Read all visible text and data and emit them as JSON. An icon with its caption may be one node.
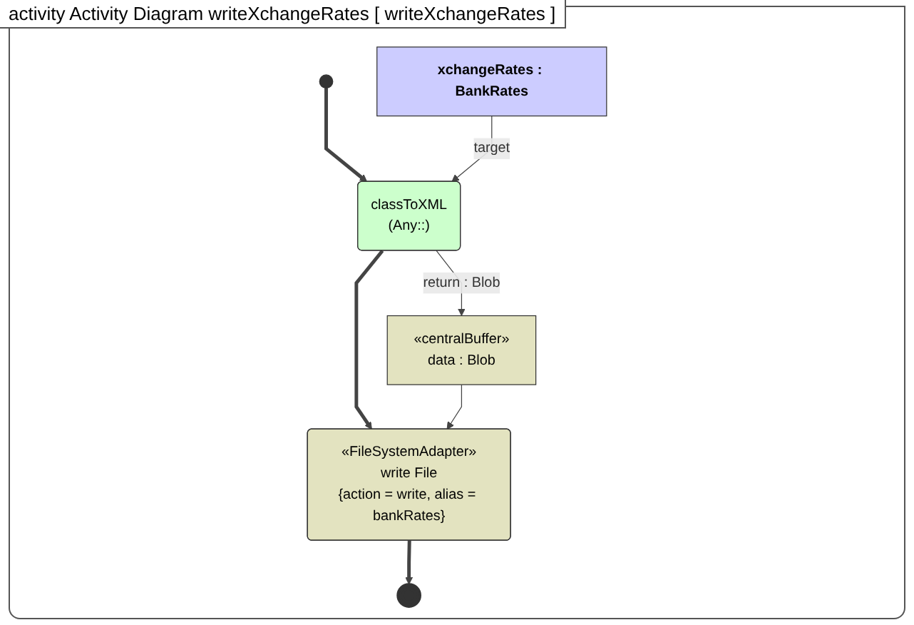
{
  "diagram": {
    "title": "activity Activity Diagram writeXchangeRates [ writeXchangeRates ]",
    "nodes": [
      {
        "text": [],
        "shape": "circle"
      },
      {
        "text": [
          "xchangeRates : BankRates"
        ]
      },
      {
        "text": [
          "classToXML",
          "(Any::)"
        ]
      },
      {
        "text": [
          "«centralBuffer»",
          "data : Blob"
        ]
      },
      {
        "text": [
          "«FileSystemAdapter»",
          "write File",
          "{action = write, alias = bankRates}"
        ]
      },
      {
        "text": [],
        "shape": "bullseye"
      }
    ],
    "edges": [
      {
        "from": 0,
        "to": 2,
        "arrow": "to",
        "style": "thick"
      },
      {
        "from": 1,
        "to": 2,
        "arrow": "to",
        "label": "target"
      },
      {
        "from": 2,
        "to": 3,
        "arrow": "to",
        "label": "return : Blob"
      },
      {
        "from": 2,
        "to": 4,
        "arrow": "to",
        "style": "thick"
      },
      {
        "from": 3,
        "to": 4,
        "arrow": "to"
      },
      {
        "from": 4,
        "to": 5,
        "arrow": "to",
        "style": "thick"
      }
    ]
  }
}
